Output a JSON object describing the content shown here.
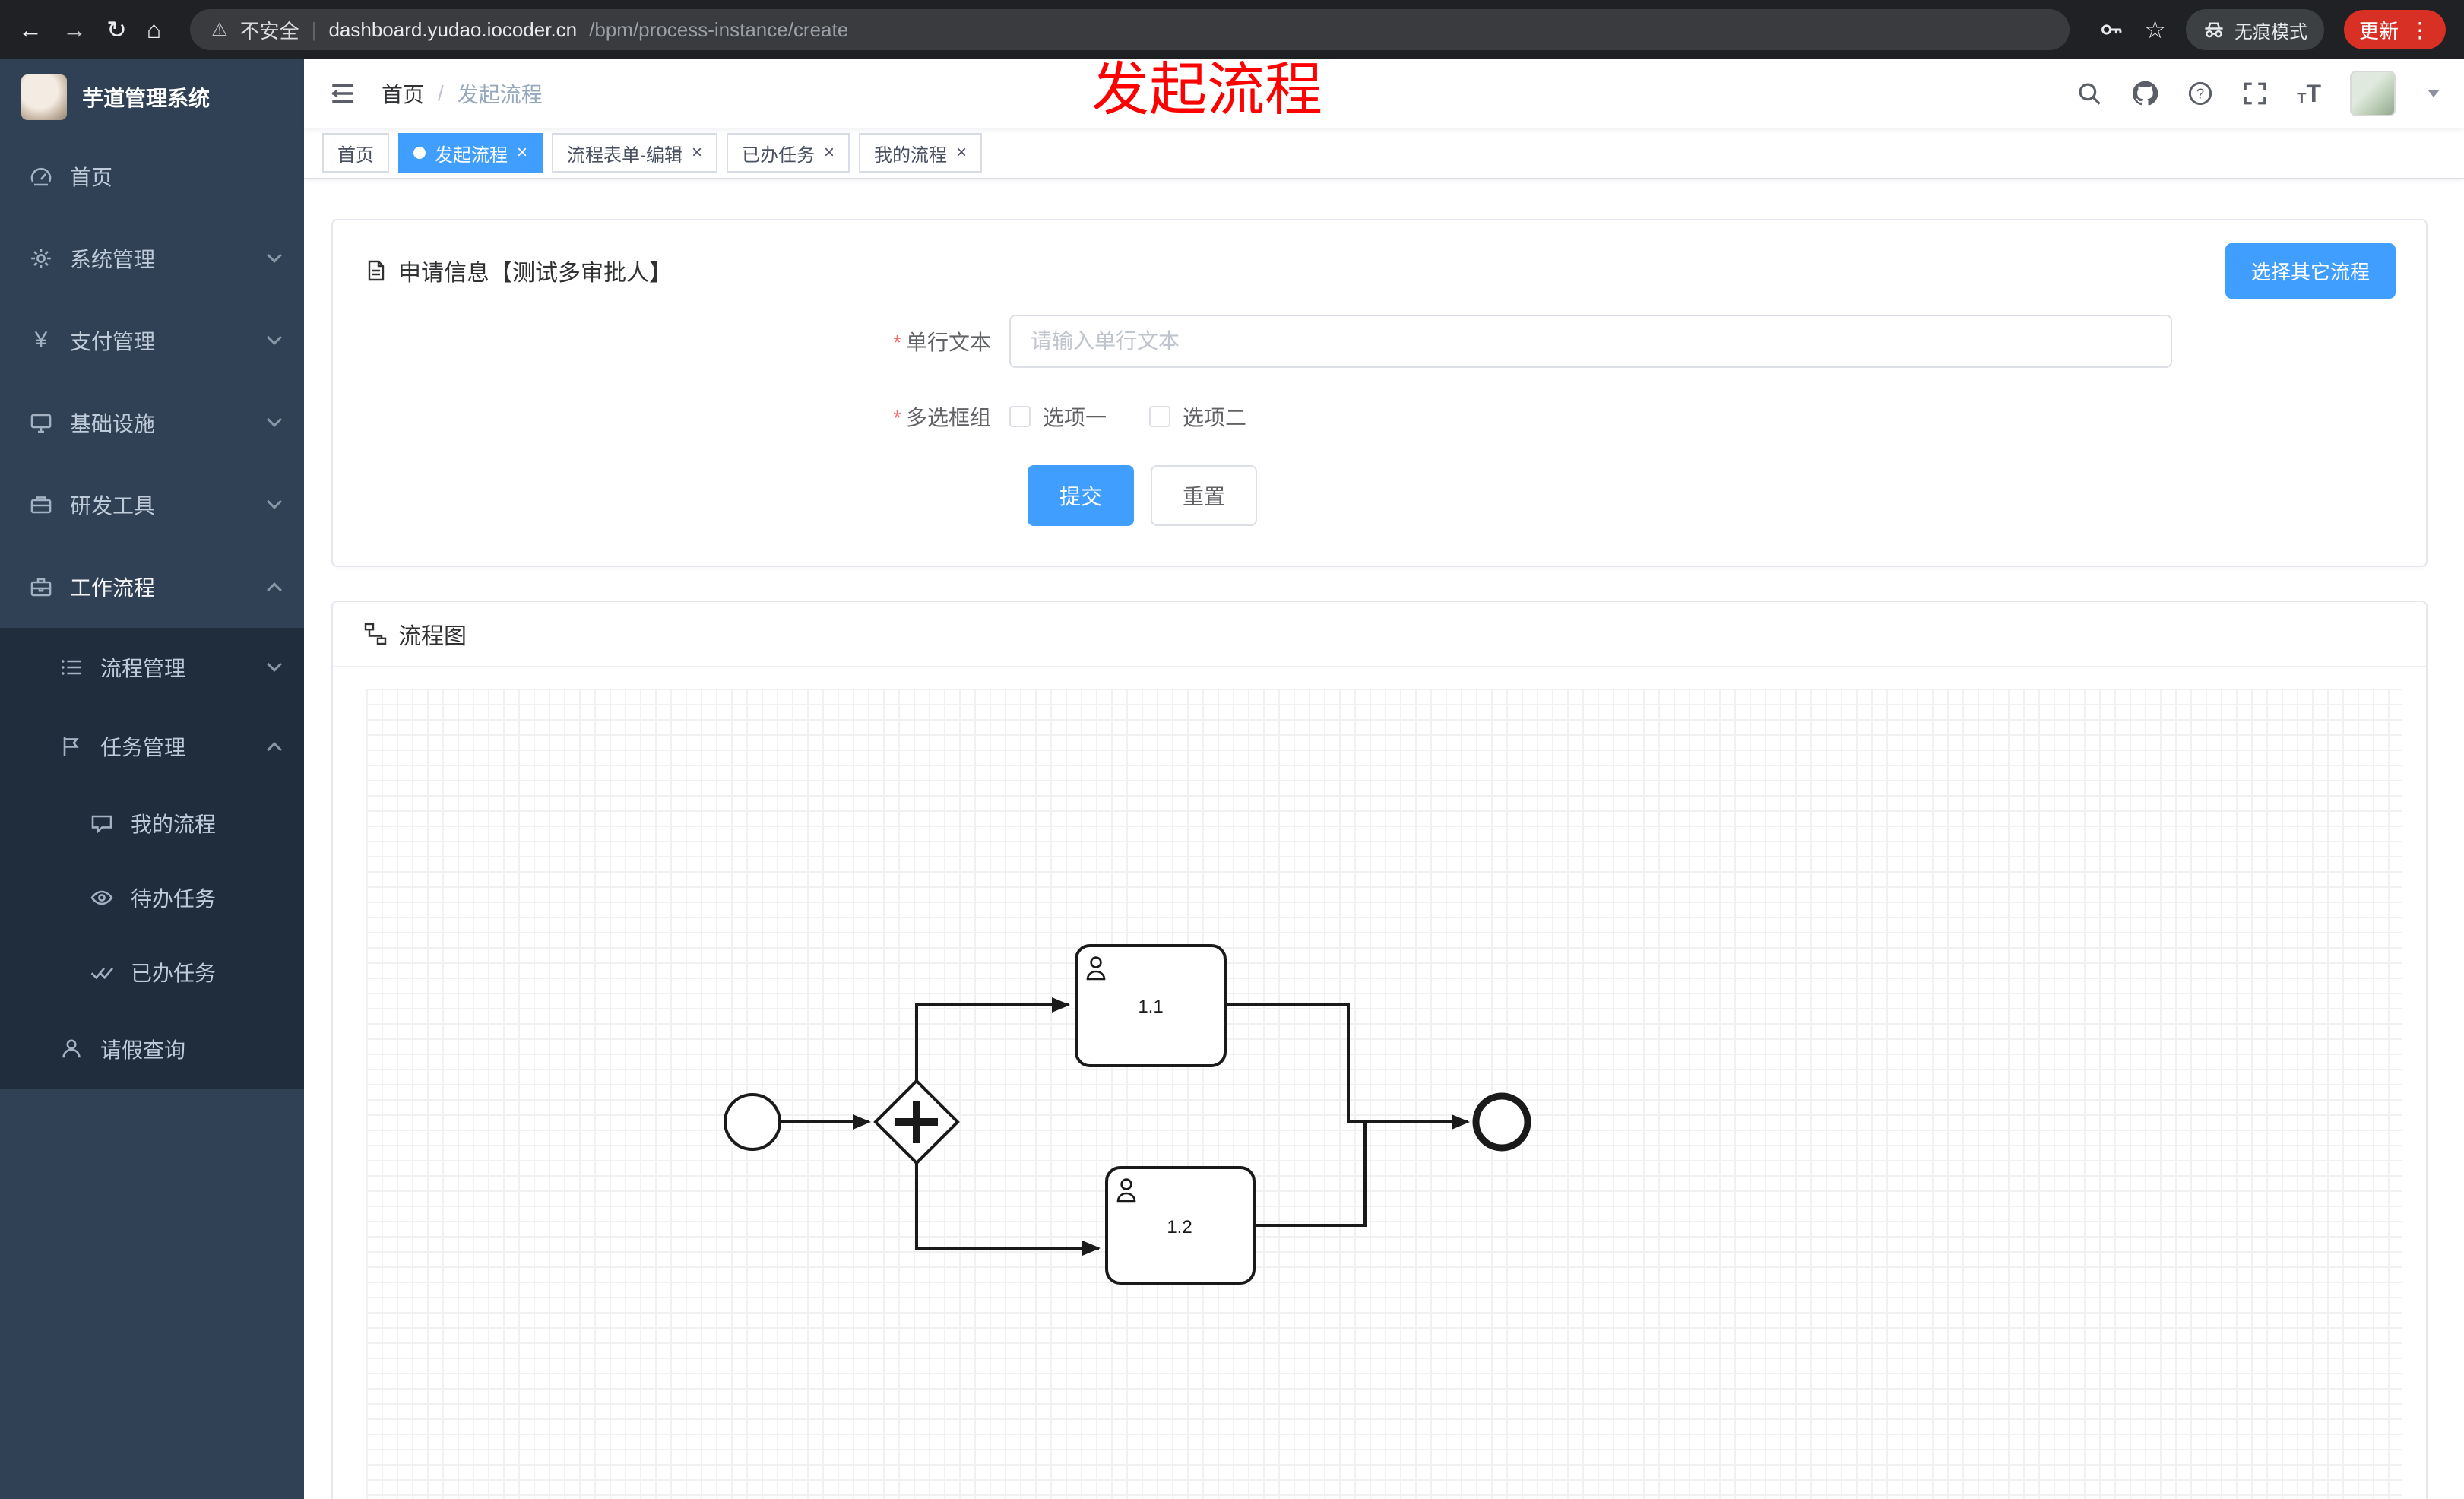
{
  "browser": {
    "security_label": "不安全",
    "url_domain": "dashboard.yudao.iocoder.cn",
    "url_path": "/bpm/process-instance/create",
    "incognito_label": "无痕模式",
    "update_label": "更新"
  },
  "annotation": {
    "text": "发起流程"
  },
  "sidebar": {
    "logo_title": "芋道管理系统",
    "items": [
      {
        "label": "首页",
        "icon": "dashboard-icon"
      },
      {
        "label": "系统管理",
        "icon": "gear-icon"
      },
      {
        "label": "支付管理",
        "icon": "yen-icon"
      },
      {
        "label": "基础设施",
        "icon": "monitor-icon"
      },
      {
        "label": "研发工具",
        "icon": "toolbox-icon"
      },
      {
        "label": "工作流程",
        "icon": "briefcase-icon"
      },
      {
        "label": "流程管理",
        "icon": "list-icon"
      },
      {
        "label": "任务管理",
        "icon": "flag-icon"
      },
      {
        "label": "我的流程",
        "icon": "chat-icon"
      },
      {
        "label": "待办任务",
        "icon": "eye-icon"
      },
      {
        "label": "已办任务",
        "icon": "double-check-icon"
      },
      {
        "label": "请假查询",
        "icon": "person-icon"
      }
    ]
  },
  "header": {
    "breadcrumb": [
      "首页",
      "发起流程"
    ],
    "separator": "/"
  },
  "tabs": [
    {
      "label": "首页"
    },
    {
      "label": "发起流程",
      "active": true
    },
    {
      "label": "流程表单-编辑"
    },
    {
      "label": "已办任务"
    },
    {
      "label": "我的流程"
    }
  ],
  "form_card": {
    "title": "申请信息【测试多审批人】",
    "choose_other_button": "选择其它流程",
    "text_field": {
      "label": "单行文本",
      "placeholder": "请输入单行文本",
      "value": ""
    },
    "checkbox_group": {
      "label": "多选框组",
      "options": [
        {
          "label": "选项一",
          "checked": false
        },
        {
          "label": "选项二",
          "checked": false
        }
      ]
    },
    "submit_button": "提交",
    "reset_button": "重置"
  },
  "diagram_card": {
    "title": "流程图",
    "chart_data": {
      "type": "bpmn-flow",
      "nodes": [
        {
          "id": "start",
          "type": "startEvent"
        },
        {
          "id": "gateway",
          "type": "parallelGateway"
        },
        {
          "id": "task1",
          "type": "userTask",
          "label": "1.1"
        },
        {
          "id": "task2",
          "type": "userTask",
          "label": "1.2"
        },
        {
          "id": "end",
          "type": "endEvent"
        }
      ],
      "flows": [
        [
          "start",
          "gateway"
        ],
        [
          "gateway",
          "task1"
        ],
        [
          "gateway",
          "task2"
        ],
        [
          "task1",
          "end"
        ],
        [
          "task2",
          "end"
        ]
      ]
    }
  },
  "colors": {
    "accent": "#409eff",
    "sidebar_bg": "#304156",
    "submenu_bg": "#1f2d3d",
    "annotation_red": "#ff0000",
    "update_red": "#d93025"
  }
}
